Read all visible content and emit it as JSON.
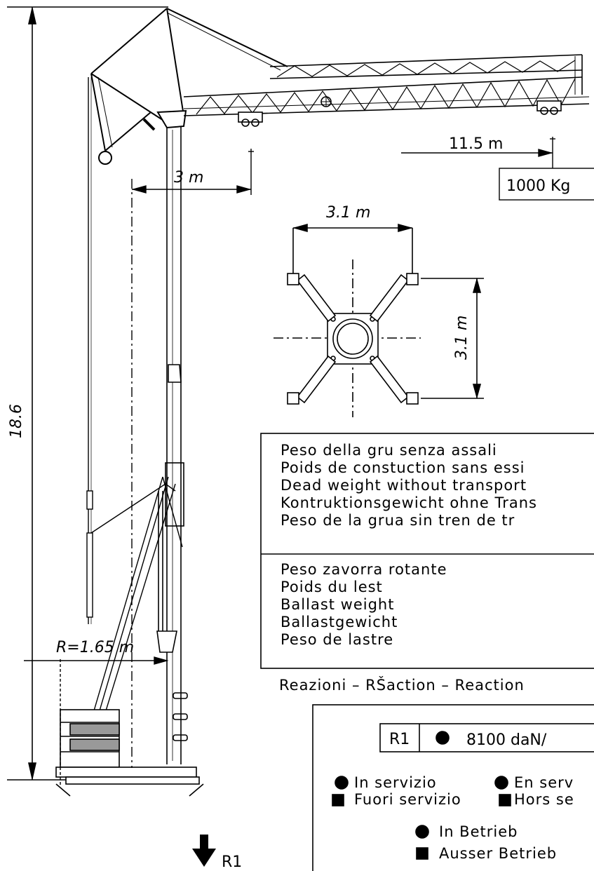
{
  "dimensions": {
    "height_total": "18.6",
    "radius": "R=1.65 m",
    "outrigger_offset": "3 m",
    "base_width": "3.1 m",
    "base_depth": "3.1 m",
    "jib_reach": "11.5 m",
    "tip_load": "1000 Kg"
  },
  "weights": {
    "crane_weight_labels": [
      "Peso della gru senza assali",
      "Poids de constuction sans essi",
      "Dead weight without transport",
      "Kontruktionsgewicht ohne Trans",
      "Peso de la grua sin tren de tr"
    ],
    "ballast_labels": [
      "Peso zavorra rotante",
      "Poids du lest",
      "Ballast weight",
      "Ballastgewicht",
      "Peso de lastre"
    ]
  },
  "reactions": {
    "heading": "Reazioni – RŠaction – Reaction",
    "r1_label": "R1",
    "r1_value": "8100 daN/",
    "legend": {
      "in_service_it": "In servizio",
      "in_service_fr": "En serv",
      "out_service_it": "Fuori servizio",
      "out_service_fr": "Hors se",
      "in_service_de": "In Betrieb",
      "out_service_de": "Ausser Betrieb"
    }
  },
  "arrow_label": "R1"
}
